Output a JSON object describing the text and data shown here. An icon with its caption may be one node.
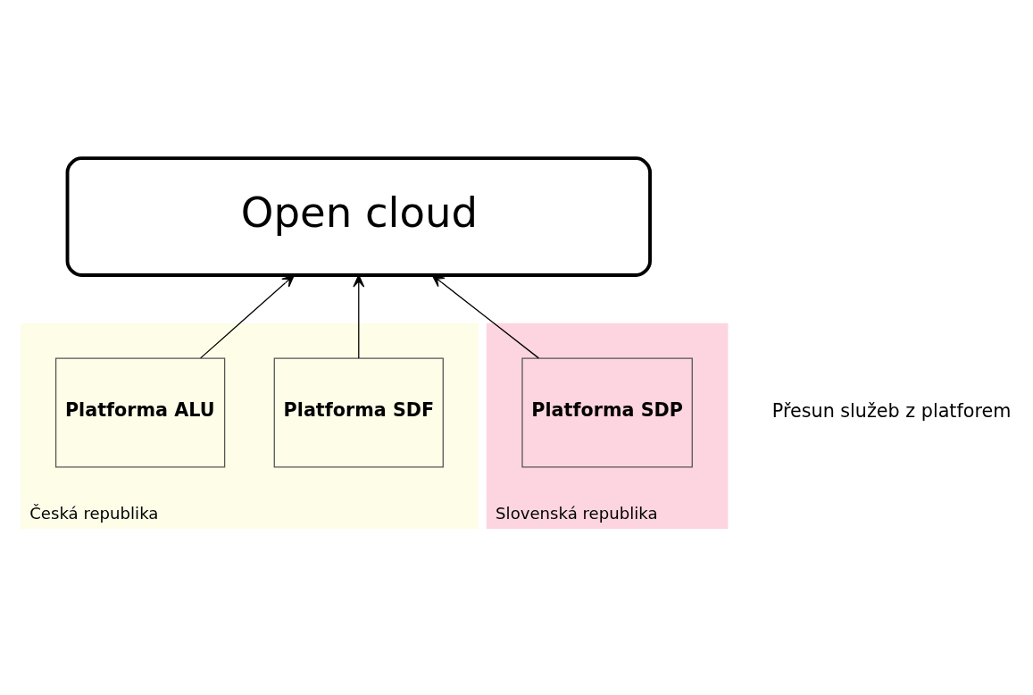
{
  "diagram": {
    "nodes": [
      {
        "text": [
          "Česká republika"
        ]
      },
      {
        "text": [
          "Slovenská republika"
        ]
      },
      {
        "text": [
          "Open cloud"
        ]
      },
      {
        "text": [
          "Platforma SDF"
        ],
        "in": 0
      },
      {
        "text": [
          "Platforma ALU"
        ],
        "in": 0
      },
      {
        "text": [
          "Platforma SDP"
        ],
        "in": 1
      }
    ],
    "edges": [
      {
        "from": 3,
        "to": 2,
        "arrow": "to"
      },
      {
        "from": 4,
        "to": 2,
        "arrow": "to"
      },
      {
        "from": 5,
        "to": 2,
        "arrow": "to"
      }
    ],
    "labels": [
      "Přesun služeb z platforem"
    ]
  }
}
